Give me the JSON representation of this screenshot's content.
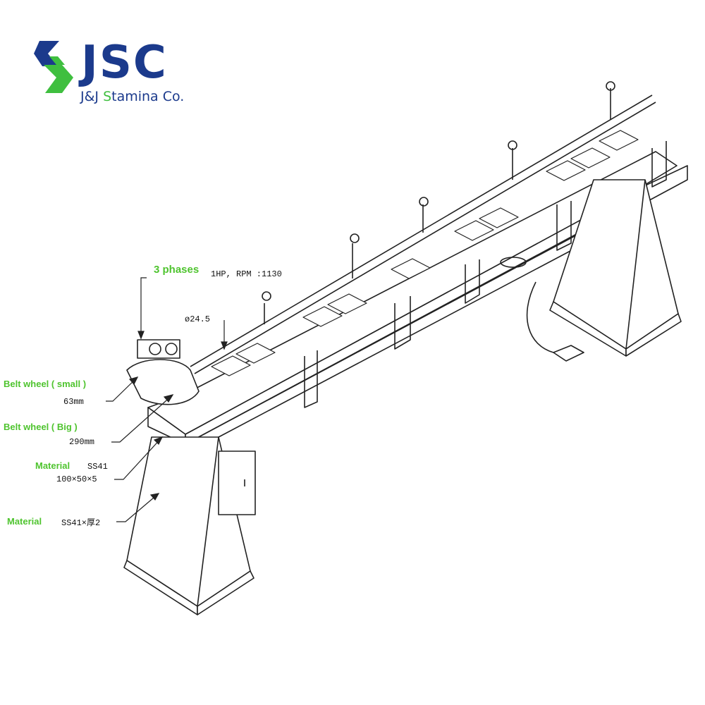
{
  "logo": {
    "mark_icon": "jsc-s-mark-icon",
    "name": "JSC",
    "company_prefix": "J&J ",
    "company_s": "S",
    "company_rest": "tamina Co.",
    "colors": {
      "blue": "#1b3a8c",
      "green": "#3fbf3f"
    }
  },
  "annotations": {
    "phases": "3 phases",
    "motor": "1HP, RPM :1130",
    "diameter": "ø24.5",
    "belt_small_label": "Belt wheel ( small )",
    "belt_small_value": "63mm",
    "belt_big_label": "Belt wheel ( Big )",
    "belt_big_value": "290mm",
    "material1_label": "Material",
    "material1_value": "SS41",
    "material1_size": "100×50×5",
    "material2_label": "Material",
    "material2_value": "SS41×厚2"
  },
  "colors": {
    "label_green": "#4fc42f",
    "line": "#222222"
  }
}
